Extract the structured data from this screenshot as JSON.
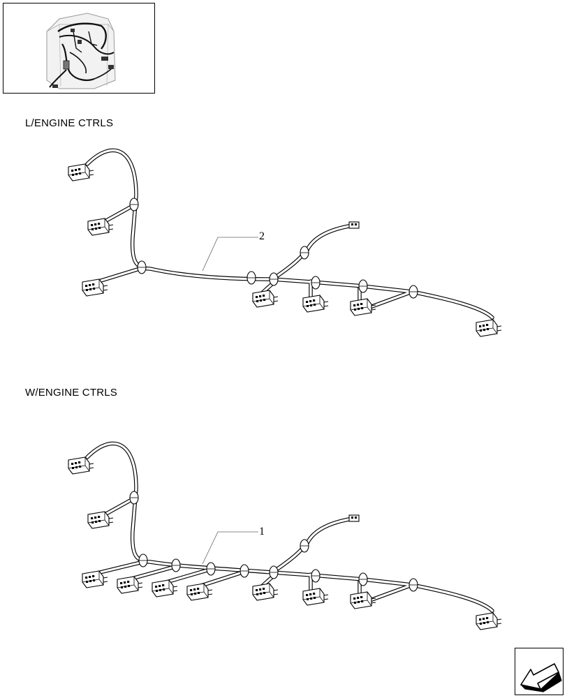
{
  "sections": [
    {
      "label": "L/ENGINE CTRLS",
      "callout": "2"
    },
    {
      "label": "W/ENGINE CTRLS",
      "callout": "1"
    }
  ],
  "icons": {
    "thumbnail": "harness-overview-thumbnail-icon",
    "nav": "next-page-arrow-icon"
  }
}
